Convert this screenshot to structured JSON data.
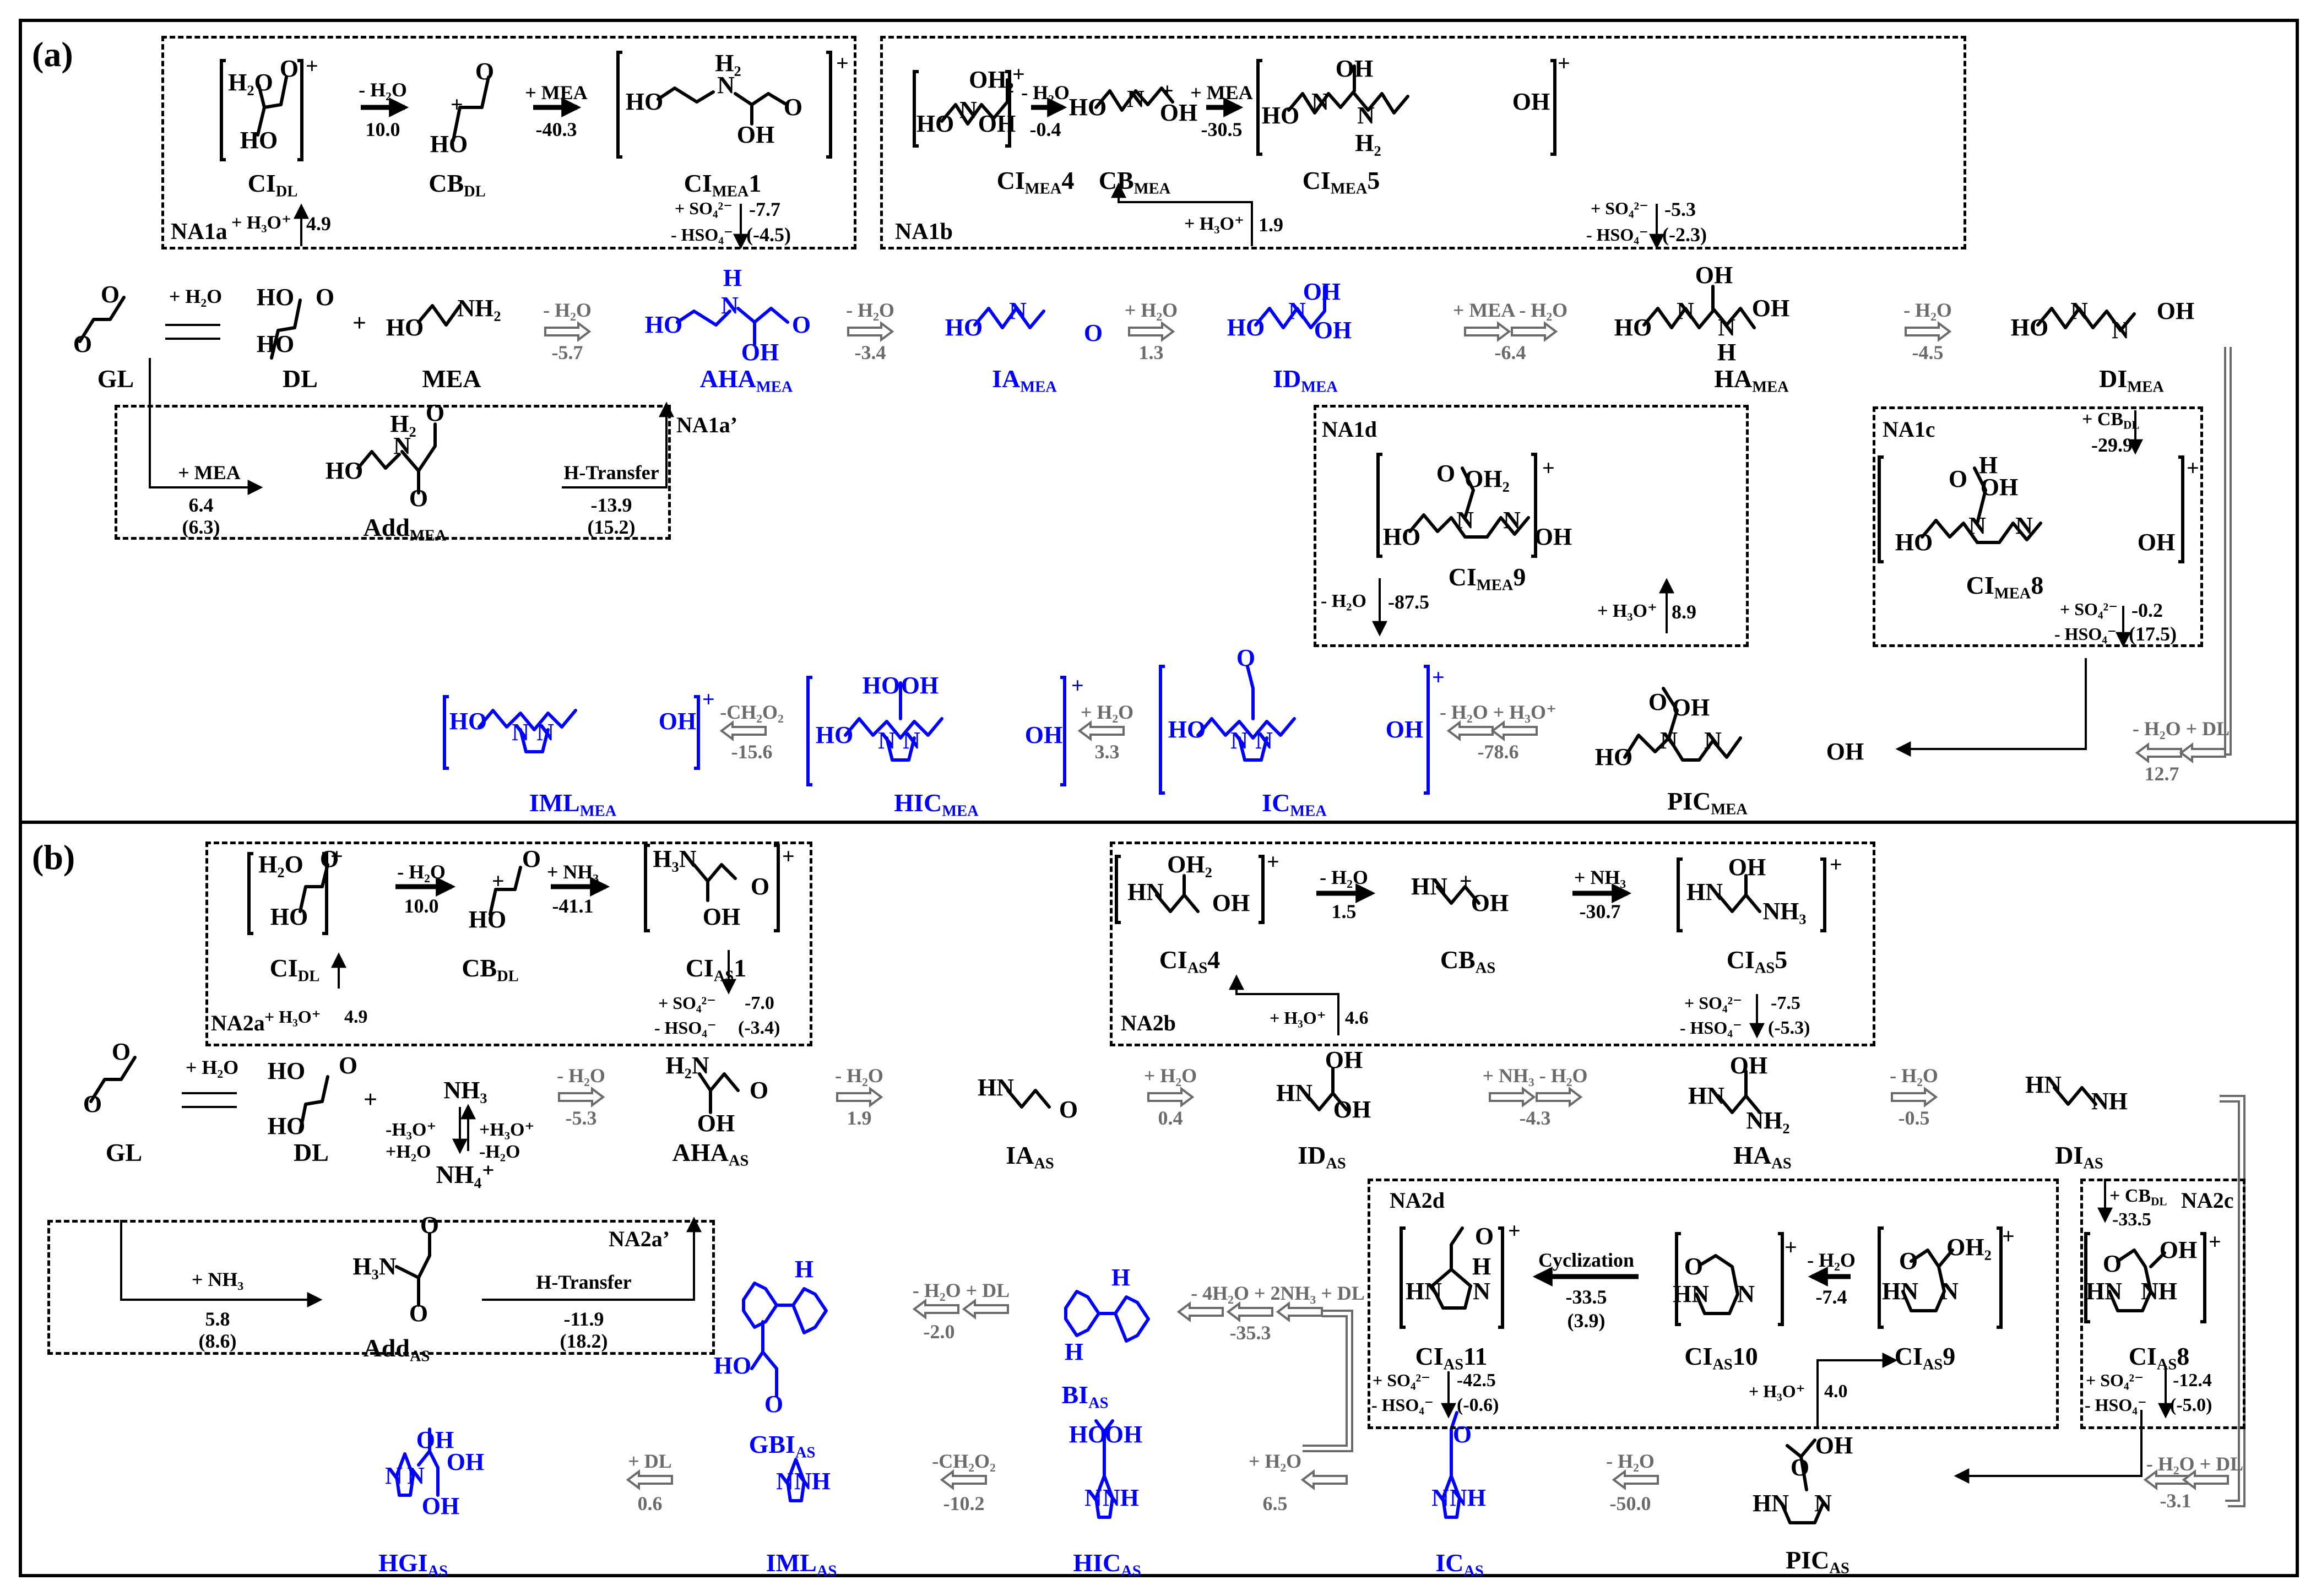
{
  "colors": {
    "product_blue": "#0000ff",
    "minor_gray": "#6b6b6b",
    "line_black": "#000000"
  },
  "panel_a": {
    "label": "(a)",
    "box_NA1a": {
      "tag": "NA1a",
      "species": [
        {
          "name": "CI",
          "sub": "DL",
          "suffix": "",
          "charge": "+"
        },
        {
          "name": "CB",
          "sub": "DL",
          "suffix": "",
          "charge": ""
        },
        {
          "name": "CI",
          "sub": "MEA",
          "suffix": "1",
          "charge": "+"
        }
      ],
      "steps": [
        {
          "cond": "- H₂O",
          "value": "10.0"
        },
        {
          "cond": "+ MEA",
          "value": "-40.3"
        }
      ],
      "entry": {
        "cond": "+ H₃O⁺",
        "value": "4.9"
      },
      "exit": {
        "cond1": "+ SO₄²⁻",
        "cond2": "- HSO₄⁻",
        "value": "-7.7",
        "value2": "(-4.5)"
      }
    },
    "box_NA1b": {
      "tag": "NA1b",
      "species": [
        {
          "name": "CI",
          "sub": "MEA",
          "suffix": "4",
          "charge": "+"
        },
        {
          "name": "CB",
          "sub": "MEA",
          "suffix": "",
          "charge": ""
        },
        {
          "name": "CI",
          "sub": "MEA",
          "suffix": "5",
          "charge": "+"
        }
      ],
      "steps": [
        {
          "cond": "- H₂O",
          "value": "-0.4"
        },
        {
          "cond": "+ MEA",
          "value": "-30.5"
        }
      ],
      "entry": {
        "cond": "+ H₃O⁺",
        "value": "1.9"
      },
      "exit": {
        "cond1": "+ SO₄²⁻",
        "cond2": "- HSO₄⁻",
        "value": "-5.3",
        "value2": "(-2.3)"
      }
    },
    "main_row": {
      "species": [
        {
          "name": "GL",
          "sub": "",
          "color": "black"
        },
        {
          "name": "DL",
          "sub": "",
          "color": "black"
        },
        {
          "name": "MEA",
          "sub": "",
          "color": "black"
        },
        {
          "name": "AHA",
          "sub": "MEA",
          "color": "blue"
        },
        {
          "name": "IA",
          "sub": "MEA",
          "color": "blue"
        },
        {
          "name": "ID",
          "sub": "MEA",
          "color": "blue"
        },
        {
          "name": "HA",
          "sub": "MEA",
          "color": "black"
        },
        {
          "name": "DI",
          "sub": "MEA",
          "color": "black"
        }
      ],
      "hydration": {
        "cond": "+ H₂O"
      },
      "plus": "+",
      "steps": [
        {
          "cond": "- H₂O",
          "value": "-5.7"
        },
        {
          "cond": "- H₂O",
          "value": "-3.4"
        },
        {
          "cond": "+ H₂O",
          "value": "1.3"
        },
        {
          "cond": "+ MEA  - H₂O",
          "value": "-6.4"
        },
        {
          "cond": "- H₂O",
          "value": "-4.5"
        }
      ]
    },
    "box_NA1a_prime": {
      "tag": "NA1a’",
      "species": {
        "name": "Add",
        "sub": "MEA"
      },
      "step1": {
        "cond": "+ MEA",
        "value": "6.4",
        "value2": "(6.3)"
      },
      "step2": {
        "cond": "H-Transfer",
        "value": "-13.9",
        "value2": "(15.2)"
      }
    },
    "box_NA1d": {
      "tag": "NA1d",
      "species": {
        "name": "CI",
        "sub": "MEA",
        "suffix": "9",
        "charge": "+"
      },
      "down": {
        "cond": "- H₂O",
        "value": "-87.5"
      },
      "up": {
        "cond": "+ H₃O⁺",
        "value": "8.9"
      }
    },
    "box_NA1c": {
      "tag": "NA1c",
      "species": {
        "name": "CI",
        "sub": "MEA",
        "suffix": "8",
        "charge": "+"
      },
      "entry": {
        "cond": "+ CB",
        "cond_sub": "DL",
        "value": "-29.9"
      },
      "exit": {
        "cond1": "+ SO₄²⁻",
        "cond2": "- HSO₄⁻",
        "value": "-0.2",
        "value2": "(17.5)"
      }
    },
    "bottom_row": {
      "species": [
        {
          "name": "IML",
          "sub": "MEA",
          "color": "blue",
          "charge": "+"
        },
        {
          "name": "HIC",
          "sub": "MEA",
          "color": "blue",
          "charge": "+"
        },
        {
          "name": "IC",
          "sub": "MEA",
          "color": "blue",
          "charge": "+"
        },
        {
          "name": "PIC",
          "sub": "MEA",
          "color": "black",
          "charge": ""
        }
      ],
      "steps": [
        {
          "cond": "-CH₂O₂",
          "value": "-15.6"
        },
        {
          "cond": "+ H₂O",
          "value": "3.3"
        },
        {
          "cond": "- H₂O  + H₃O⁺",
          "value": "-78.6"
        },
        {
          "cond": "- H₂O  + DL",
          "value": "12.7"
        }
      ]
    }
  },
  "panel_b": {
    "label": "(b)",
    "box_NA2a": {
      "tag": "NA2a",
      "species": [
        {
          "name": "CI",
          "sub": "DL",
          "suffix": "",
          "charge": "+"
        },
        {
          "name": "CB",
          "sub": "DL",
          "suffix": "",
          "charge": ""
        },
        {
          "name": "CI",
          "sub": "AS",
          "suffix": "1",
          "charge": "+"
        }
      ],
      "steps": [
        {
          "cond": "- H₂O",
          "value": "10.0"
        },
        {
          "cond": "+ NH₃",
          "value": "-41.1"
        }
      ],
      "entry": {
        "cond": "+ H₃O⁺",
        "value": "4.9"
      },
      "exit": {
        "cond1": "+ SO₄²⁻",
        "cond2": "- HSO₄⁻",
        "value": "-7.0",
        "value2": "(-3.4)"
      }
    },
    "box_NA2b": {
      "tag": "NA2b",
      "species": [
        {
          "name": "CI",
          "sub": "AS",
          "suffix": "4",
          "charge": "+"
        },
        {
          "name": "CB",
          "sub": "AS",
          "suffix": "",
          "charge": ""
        },
        {
          "name": "CI",
          "sub": "AS",
          "suffix": "5",
          "charge": "+"
        }
      ],
      "steps": [
        {
          "cond": "- H₂O",
          "value": "1.5"
        },
        {
          "cond": "+ NH₃",
          "value": "-30.7"
        }
      ],
      "entry": {
        "cond": "+ H₃O⁺",
        "value": "4.6"
      },
      "exit": {
        "cond1": "+ SO₄²⁻",
        "cond2": "- HSO₄⁻",
        "value": "-7.5",
        "value2": "(-5.3)"
      }
    },
    "main_row": {
      "species": [
        {
          "name": "GL",
          "sub": "",
          "color": "black"
        },
        {
          "name": "DL",
          "sub": "",
          "color": "black"
        },
        {
          "name": "NH₃",
          "sub": "",
          "color": "black"
        },
        {
          "name": "AHA",
          "sub": "AS",
          "color": "black"
        },
        {
          "name": "IA",
          "sub": "AS",
          "color": "black"
        },
        {
          "name": "ID",
          "sub": "AS",
          "color": "black"
        },
        {
          "name": "HA",
          "sub": "AS",
          "color": "black"
        },
        {
          "name": "DI",
          "sub": "AS",
          "color": "black"
        }
      ],
      "hydration": {
        "cond": "+ H₂O"
      },
      "plus": "+",
      "ammonium": {
        "name": "NH₄⁺",
        "left1": "-H₃O⁺",
        "left2": "+H₂O",
        "right1": "+H₃O⁺",
        "right2": "-H₂O"
      },
      "steps": [
        {
          "cond": "- H₂O",
          "value": "-5.3"
        },
        {
          "cond": "- H₂O",
          "value": "1.9"
        },
        {
          "cond": "+ H₂O",
          "value": "0.4"
        },
        {
          "cond": "+ NH₃  - H₂O",
          "value": "-4.3"
        },
        {
          "cond": "- H₂O",
          "value": "-0.5"
        }
      ]
    },
    "box_NA2a_prime": {
      "tag": "NA2a’",
      "species": {
        "name": "Add",
        "sub": "AS"
      },
      "step1": {
        "cond": "+ NH₃",
        "value": "5.8",
        "value2": "(8.6)"
      },
      "step2": {
        "cond": "H-Transfer",
        "value": "-11.9",
        "value2": "(18.2)"
      }
    },
    "box_NA2d": {
      "tag": "NA2d",
      "species": [
        {
          "name": "CI",
          "sub": "AS",
          "suffix": "11",
          "charge": "+"
        },
        {
          "name": "CI",
          "sub": "AS",
          "suffix": "10",
          "charge": "+"
        },
        {
          "name": "CI",
          "sub": "AS",
          "suffix": "9",
          "charge": "+"
        }
      ],
      "cyclization": {
        "cond": "Cyclization",
        "value": "-33.5",
        "value2": "(3.9)"
      },
      "dehydration": {
        "cond": "- H₂O",
        "value": "-7.4"
      },
      "entry": {
        "cond": "+ H₃O⁺",
        "value": "4.0"
      },
      "exit": {
        "cond1": "+ SO₄²⁻",
        "cond2": "- HSO₄⁻",
        "value": "-42.5",
        "value2": "(-0.6)"
      }
    },
    "box_NA2c": {
      "tag": "NA2c",
      "species": {
        "name": "CI",
        "sub": "AS",
        "suffix": "8",
        "charge": "+"
      },
      "entry": {
        "cond": "+ CB",
        "cond_sub": "DL",
        "value": "-33.5"
      },
      "exit": {
        "cond1": "+ SO₄²⁻",
        "cond2": "- HSO₄⁻",
        "value": "-12.4",
        "value2": "(-5.0)"
      }
    },
    "imidazole_row": {
      "species": [
        {
          "name": "GBI",
          "sub": "AS",
          "color": "blue"
        },
        {
          "name": "BI",
          "sub": "AS",
          "color": "blue"
        }
      ],
      "steps": [
        {
          "cond": "- H₂O   + DL",
          "value": "-2.0"
        },
        {
          "cond": "- 4H₂O + 2NH₃   + DL",
          "value": "-35.3"
        }
      ]
    },
    "bottom_row": {
      "species": [
        {
          "name": "HGI",
          "sub": "AS",
          "color": "blue"
        },
        {
          "name": "IML",
          "sub": "AS",
          "color": "blue"
        },
        {
          "name": "HIC",
          "sub": "AS",
          "color": "blue"
        },
        {
          "name": "IC",
          "sub": "AS",
          "color": "blue"
        },
        {
          "name": "PIC",
          "sub": "AS",
          "color": "black"
        }
      ],
      "steps": [
        {
          "cond": "+ DL",
          "value": "0.6"
        },
        {
          "cond": "-CH₂O₂",
          "value": "-10.2"
        },
        {
          "cond": "+ H₂O",
          "value": "6.5"
        },
        {
          "cond": "- H₂O",
          "value": "-50.0"
        },
        {
          "cond": "- H₂O  + DL",
          "value": "-3.1"
        }
      ]
    }
  },
  "atoms": {
    "O": "O",
    "HO": "HO",
    "OH": "OH",
    "OH2": "OH₂",
    "H2O": "H₂O",
    "N": "N",
    "NH": "NH",
    "HN": "HN",
    "H": "H",
    "NH2": "NH₂",
    "H2": "H₂",
    "NH3": "NH₃",
    "H3N": "H₃N",
    "H2N": "H₂N",
    "plus": "+"
  }
}
